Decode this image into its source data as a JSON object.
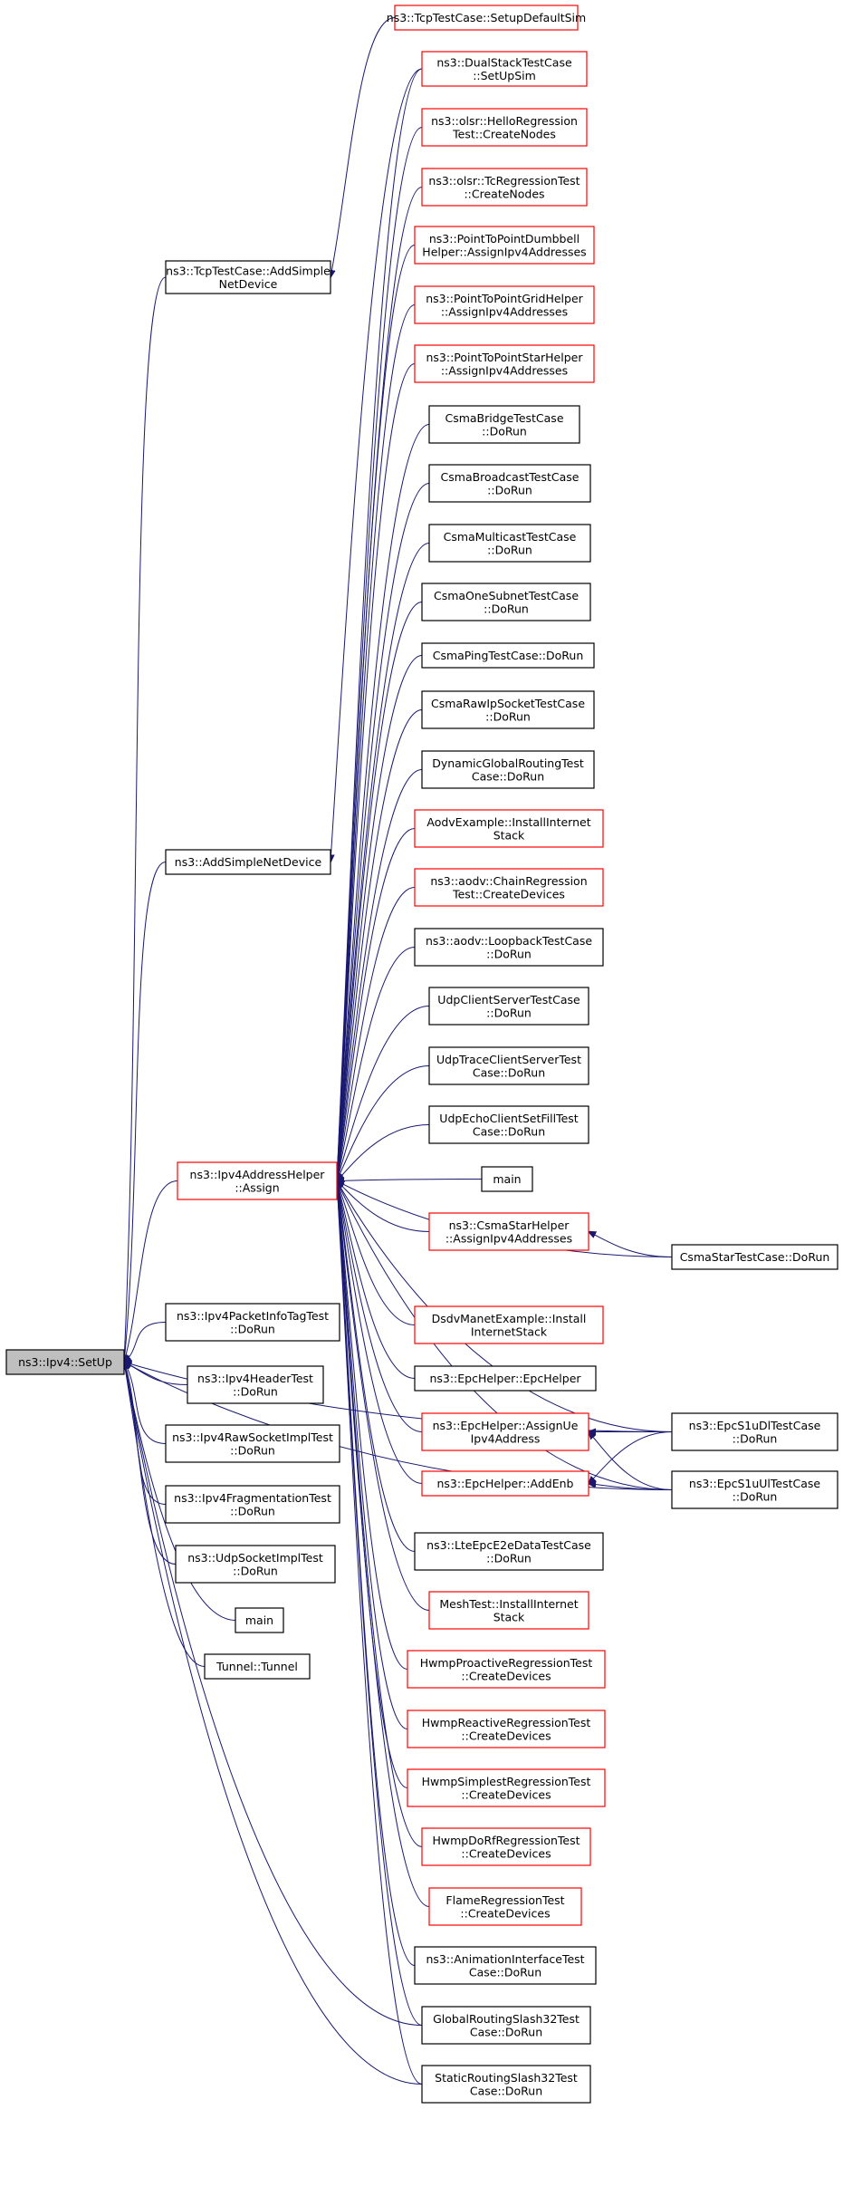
{
  "colors": {
    "edge": "#191970",
    "normal_border": "#000000",
    "linked_border": "#ff0000",
    "root_fill": "#bfbfbf"
  },
  "nodes": {
    "root": {
      "lines": [
        "ns3::Ipv4::SetUp"
      ],
      "style": "root"
    },
    "tcptest_addsimple": {
      "lines": [
        "ns3::TcpTestCase::AddSimple",
        "NetDevice"
      ],
      "style": "black"
    },
    "tcptest_setupdefault": {
      "lines": [
        "ns3::TcpTestCase::SetupDefaultSim"
      ],
      "style": "red"
    },
    "addsimplenetdevice": {
      "lines": [
        "ns3::AddSimpleNetDevice"
      ],
      "style": "black"
    },
    "assign": {
      "lines": [
        "ns3::Ipv4AddressHelper",
        "::Assign"
      ],
      "style": "red"
    },
    "dualstack": {
      "lines": [
        "ns3::DualStackTestCase",
        "::SetUpSim"
      ],
      "style": "red"
    },
    "olsr_hello": {
      "lines": [
        "ns3::olsr::HelloRegression",
        "Test::CreateNodes"
      ],
      "style": "red"
    },
    "olsr_tc": {
      "lines": [
        "ns3::olsr::TcRegressionTest",
        "::CreateNodes"
      ],
      "style": "red"
    },
    "p2p_dumbbell": {
      "lines": [
        "ns3::PointToPointDumbbell",
        "Helper::AssignIpv4Addresses"
      ],
      "style": "red"
    },
    "p2p_grid": {
      "lines": [
        "ns3::PointToPointGridHelper",
        "::AssignIpv4Addresses"
      ],
      "style": "red"
    },
    "p2p_star": {
      "lines": [
        "ns3::PointToPointStarHelper",
        "::AssignIpv4Addresses"
      ],
      "style": "red"
    },
    "csma_bridge": {
      "lines": [
        "CsmaBridgeTestCase",
        "::DoRun"
      ],
      "style": "black"
    },
    "csma_broadcast": {
      "lines": [
        "CsmaBroadcastTestCase",
        "::DoRun"
      ],
      "style": "black"
    },
    "csma_multicast": {
      "lines": [
        "CsmaMulticastTestCase",
        "::DoRun"
      ],
      "style": "black"
    },
    "csma_onesubnet": {
      "lines": [
        "CsmaOneSubnetTestCase",
        "::DoRun"
      ],
      "style": "black"
    },
    "csma_ping": {
      "lines": [
        "CsmaPingTestCase::DoRun"
      ],
      "style": "black"
    },
    "csma_rawip": {
      "lines": [
        "CsmaRawIpSocketTestCase",
        "::DoRun"
      ],
      "style": "black"
    },
    "dyn_global": {
      "lines": [
        "DynamicGlobalRoutingTest",
        "Case::DoRun"
      ],
      "style": "black"
    },
    "aodv_example": {
      "lines": [
        "AodvExample::InstallInternet",
        "Stack"
      ],
      "style": "red"
    },
    "aodv_chain": {
      "lines": [
        "ns3::aodv::ChainRegression",
        "Test::CreateDevices"
      ],
      "style": "red"
    },
    "aodv_loopback": {
      "lines": [
        "ns3::aodv::LoopbackTestCase",
        "::DoRun"
      ],
      "style": "black"
    },
    "udp_clientserver": {
      "lines": [
        "UdpClientServerTestCase",
        "::DoRun"
      ],
      "style": "black"
    },
    "udp_trace": {
      "lines": [
        "UdpTraceClientServerTest",
        "Case::DoRun"
      ],
      "style": "black"
    },
    "udp_echo": {
      "lines": [
        "UdpEchoClientSetFillTest",
        "Case::DoRun"
      ],
      "style": "black"
    },
    "main_upper": {
      "lines": [
        "main"
      ],
      "style": "black"
    },
    "csma_star_helper": {
      "lines": [
        "ns3::CsmaStarHelper",
        "::AssignIpv4Addresses"
      ],
      "style": "red"
    },
    "csma_star_test": {
      "lines": [
        "CsmaStarTestCase::DoRun"
      ],
      "style": "black"
    },
    "dsdv": {
      "lines": [
        "DsdvManetExample::Install",
        "InternetStack"
      ],
      "style": "red"
    },
    "epchelper_ctor": {
      "lines": [
        "ns3::EpcHelper::EpcHelper"
      ],
      "style": "black"
    },
    "epchelper_assignue": {
      "lines": [
        "ns3::EpcHelper::AssignUe",
        "Ipv4Address"
      ],
      "style": "red"
    },
    "epc_dl": {
      "lines": [
        "ns3::EpcS1uDlTestCase",
        "::DoRun"
      ],
      "style": "black"
    },
    "epchelper_addenb": {
      "lines": [
        "ns3::EpcHelper::AddEnb"
      ],
      "style": "red"
    },
    "epc_ul": {
      "lines": [
        "ns3::EpcS1uUlTestCase",
        "::DoRun"
      ],
      "style": "black"
    },
    "lte_e2e": {
      "lines": [
        "ns3::LteEpcE2eDataTestCase",
        "::DoRun"
      ],
      "style": "black"
    },
    "mesh_install": {
      "lines": [
        "MeshTest::InstallInternet",
        "Stack"
      ],
      "style": "red"
    },
    "hwmp_proactive": {
      "lines": [
        "HwmpProactiveRegressionTest",
        "::CreateDevices"
      ],
      "style": "red"
    },
    "hwmp_reactive": {
      "lines": [
        "HwmpReactiveRegressionTest",
        "::CreateDevices"
      ],
      "style": "red"
    },
    "hwmp_simplest": {
      "lines": [
        "HwmpSimplestRegressionTest",
        "::CreateDevices"
      ],
      "style": "red"
    },
    "hwmp_dorf": {
      "lines": [
        "HwmpDoRfRegressionTest",
        "::CreateDevices"
      ],
      "style": "red"
    },
    "flame": {
      "lines": [
        "FlameRegressionTest",
        "::CreateDevices"
      ],
      "style": "red"
    },
    "anim_iface": {
      "lines": [
        "ns3::AnimationInterfaceTest",
        "Case::DoRun"
      ],
      "style": "black"
    },
    "global_slash32": {
      "lines": [
        "GlobalRoutingSlash32Test",
        "Case::DoRun"
      ],
      "style": "black"
    },
    "static_slash32": {
      "lines": [
        "StaticRoutingSlash32Test",
        "Case::DoRun"
      ],
      "style": "black"
    },
    "ipv4_pktinfo": {
      "lines": [
        "ns3::Ipv4PacketInfoTagTest",
        "::DoRun"
      ],
      "style": "black"
    },
    "ipv4_header": {
      "lines": [
        "ns3::Ipv4HeaderTest",
        "::DoRun"
      ],
      "style": "black"
    },
    "ipv4_rawsocket": {
      "lines": [
        "ns3::Ipv4RawSocketImplTest",
        "::DoRun"
      ],
      "style": "black"
    },
    "ipv4_frag": {
      "lines": [
        "ns3::Ipv4FragmentationTest",
        "::DoRun"
      ],
      "style": "black"
    },
    "udp_socketimpl": {
      "lines": [
        "ns3::UdpSocketImplTest",
        "::DoRun"
      ],
      "style": "black"
    },
    "main_lower": {
      "lines": [
        "main"
      ],
      "style": "black"
    },
    "tunnel": {
      "lines": [
        "Tunnel::Tunnel"
      ],
      "style": "black"
    }
  },
  "edges": [
    {
      "from": "tcptest_addsimple",
      "to": "root"
    },
    {
      "from": "addsimplenetdevice",
      "to": "root"
    },
    {
      "from": "assign",
      "to": "root"
    },
    {
      "from": "ipv4_pktinfo",
      "to": "root"
    },
    {
      "from": "ipv4_header",
      "to": "root"
    },
    {
      "from": "ipv4_rawsocket",
      "to": "root"
    },
    {
      "from": "ipv4_frag",
      "to": "root"
    },
    {
      "from": "udp_socketimpl",
      "to": "root"
    },
    {
      "from": "main_lower",
      "to": "root"
    },
    {
      "from": "tunnel",
      "to": "root"
    },
    {
      "from": "epc_dl",
      "to": "root"
    },
    {
      "from": "epc_ul",
      "to": "root"
    },
    {
      "from": "global_slash32",
      "to": "root"
    },
    {
      "from": "static_slash32",
      "to": "root"
    },
    {
      "from": "tcptest_setupdefault",
      "to": "tcptest_addsimple"
    },
    {
      "from": "dualstack",
      "to": "addsimplenetdevice"
    },
    {
      "from": "dualstack",
      "to": "assign"
    },
    {
      "from": "olsr_hello",
      "to": "assign"
    },
    {
      "from": "olsr_tc",
      "to": "assign"
    },
    {
      "from": "p2p_dumbbell",
      "to": "assign"
    },
    {
      "from": "p2p_grid",
      "to": "assign"
    },
    {
      "from": "p2p_star",
      "to": "assign"
    },
    {
      "from": "csma_bridge",
      "to": "assign"
    },
    {
      "from": "csma_broadcast",
      "to": "assign"
    },
    {
      "from": "csma_multicast",
      "to": "assign"
    },
    {
      "from": "csma_onesubnet",
      "to": "assign"
    },
    {
      "from": "csma_ping",
      "to": "assign"
    },
    {
      "from": "csma_rawip",
      "to": "assign"
    },
    {
      "from": "dyn_global",
      "to": "assign"
    },
    {
      "from": "aodv_example",
      "to": "assign"
    },
    {
      "from": "aodv_chain",
      "to": "assign"
    },
    {
      "from": "aodv_loopback",
      "to": "assign"
    },
    {
      "from": "udp_clientserver",
      "to": "assign"
    },
    {
      "from": "udp_trace",
      "to": "assign"
    },
    {
      "from": "udp_echo",
      "to": "assign"
    },
    {
      "from": "main_upper",
      "to": "assign"
    },
    {
      "from": "csma_star_helper",
      "to": "assign"
    },
    {
      "from": "csma_star_test",
      "to": "assign"
    },
    {
      "from": "dsdv",
      "to": "assign"
    },
    {
      "from": "epchelper_ctor",
      "to": "assign"
    },
    {
      "from": "epchelper_assignue",
      "to": "assign"
    },
    {
      "from": "epc_dl",
      "to": "assign"
    },
    {
      "from": "epchelper_addenb",
      "to": "assign"
    },
    {
      "from": "epc_ul",
      "to": "assign"
    },
    {
      "from": "lte_e2e",
      "to": "assign"
    },
    {
      "from": "mesh_install",
      "to": "assign"
    },
    {
      "from": "hwmp_proactive",
      "to": "assign"
    },
    {
      "from": "hwmp_reactive",
      "to": "assign"
    },
    {
      "from": "hwmp_simplest",
      "to": "assign"
    },
    {
      "from": "hwmp_dorf",
      "to": "assign"
    },
    {
      "from": "flame",
      "to": "assign"
    },
    {
      "from": "anim_iface",
      "to": "assign"
    },
    {
      "from": "global_slash32",
      "to": "assign"
    },
    {
      "from": "static_slash32",
      "to": "assign"
    },
    {
      "from": "csma_star_test",
      "to": "csma_star_helper"
    },
    {
      "from": "epc_dl",
      "to": "epchelper_assignue"
    },
    {
      "from": "epc_ul",
      "to": "epchelper_assignue"
    },
    {
      "from": "epc_dl",
      "to": "epchelper_addenb"
    },
    {
      "from": "epc_ul",
      "to": "epchelper_addenb"
    }
  ]
}
